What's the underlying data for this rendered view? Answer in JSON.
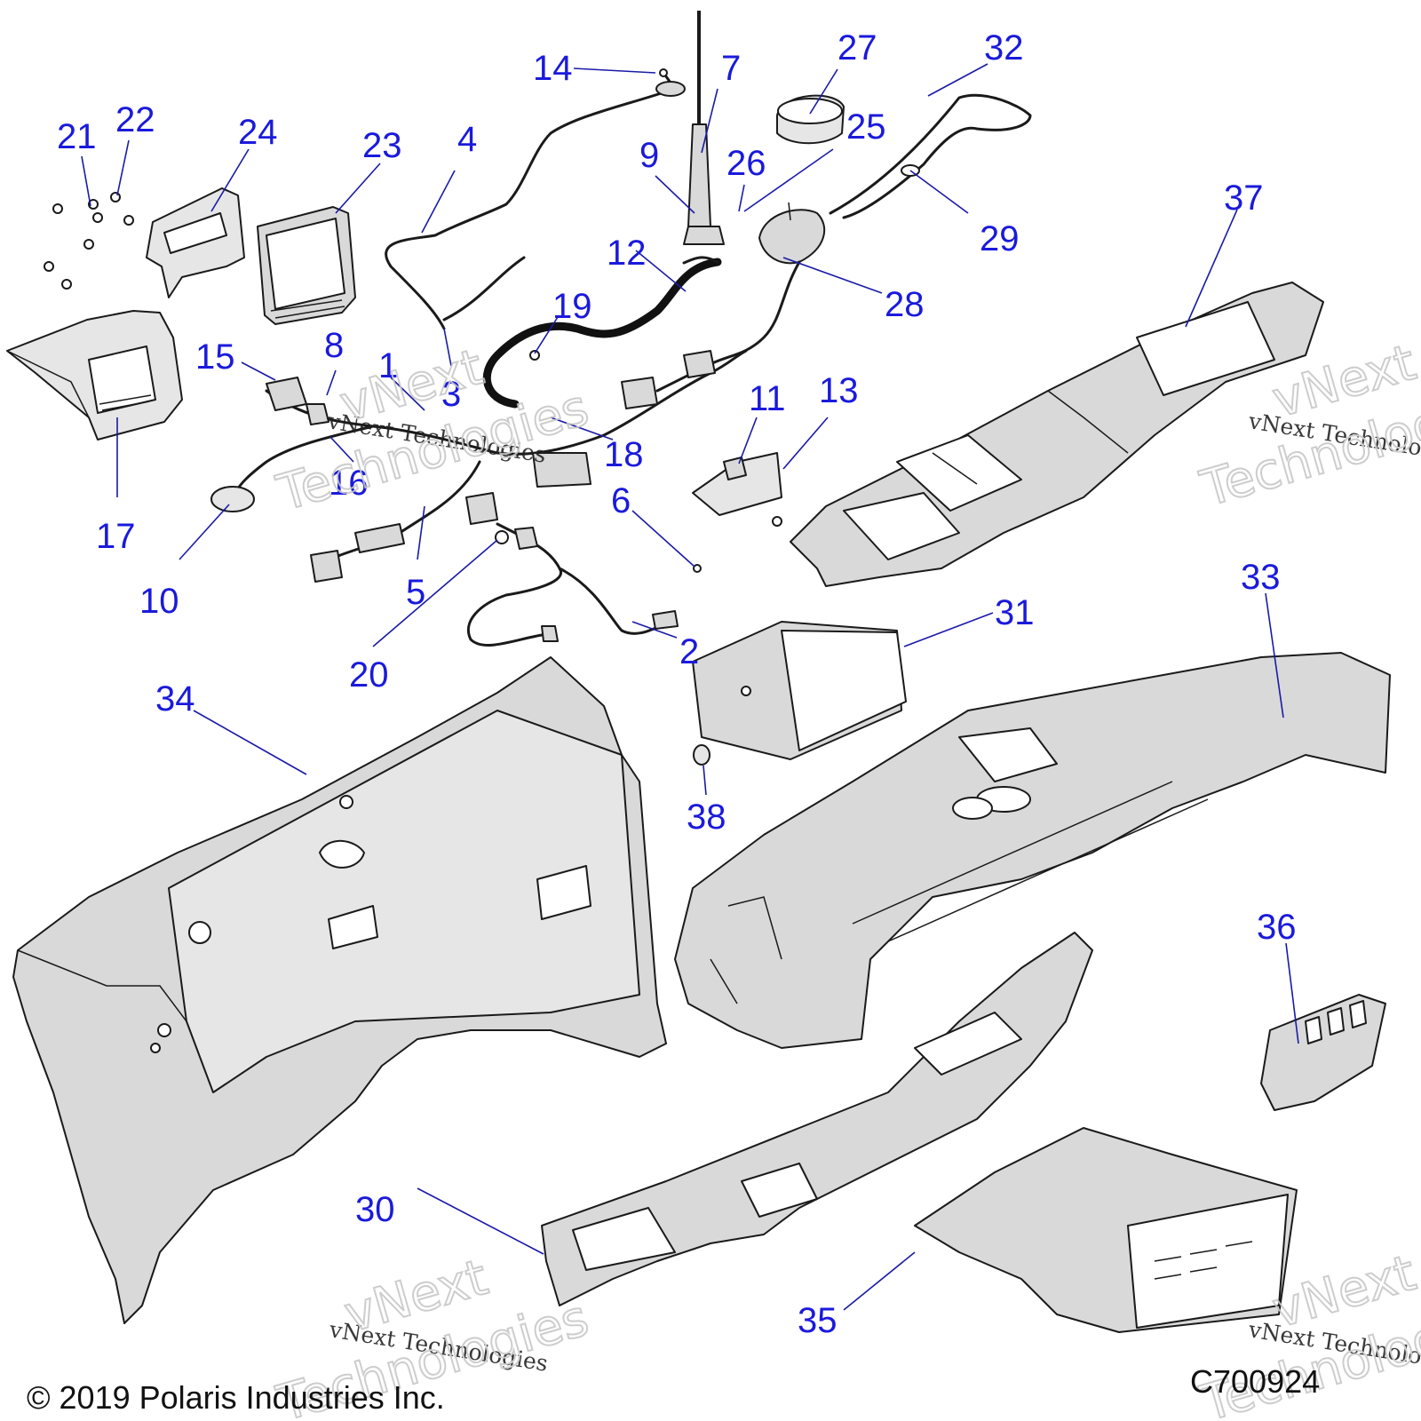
{
  "callouts": [
    {
      "num": "1"
    },
    {
      "num": "2"
    },
    {
      "num": "3"
    },
    {
      "num": "4"
    },
    {
      "num": "5"
    },
    {
      "num": "6"
    },
    {
      "num": "7"
    },
    {
      "num": "8"
    },
    {
      "num": "9"
    },
    {
      "num": "10"
    },
    {
      "num": "11"
    },
    {
      "num": "12"
    },
    {
      "num": "13"
    },
    {
      "num": "14"
    },
    {
      "num": "15"
    },
    {
      "num": "16"
    },
    {
      "num": "17"
    },
    {
      "num": "18"
    },
    {
      "num": "19"
    },
    {
      "num": "20"
    },
    {
      "num": "21"
    },
    {
      "num": "22"
    },
    {
      "num": "23"
    },
    {
      "num": "24"
    },
    {
      "num": "25"
    },
    {
      "num": "26"
    },
    {
      "num": "27"
    },
    {
      "num": "28"
    },
    {
      "num": "29"
    },
    {
      "num": "30"
    },
    {
      "num": "31"
    },
    {
      "num": "32"
    },
    {
      "num": "33"
    },
    {
      "num": "34"
    },
    {
      "num": "35"
    },
    {
      "num": "36"
    },
    {
      "num": "37"
    },
    {
      "num": "38"
    }
  ],
  "watermark": {
    "script_text": "vNext Technologies",
    "word1": "vNext",
    "word2": "Technologies"
  },
  "footer": {
    "copyright": "© 2019 Polaris Industries Inc.",
    "figure_id": "C700924"
  },
  "colors": {
    "callout": "#1a1adc",
    "leader": "#1a1aa8",
    "part_fill": "#d9d9d9",
    "outline": "#1a1a1a"
  }
}
